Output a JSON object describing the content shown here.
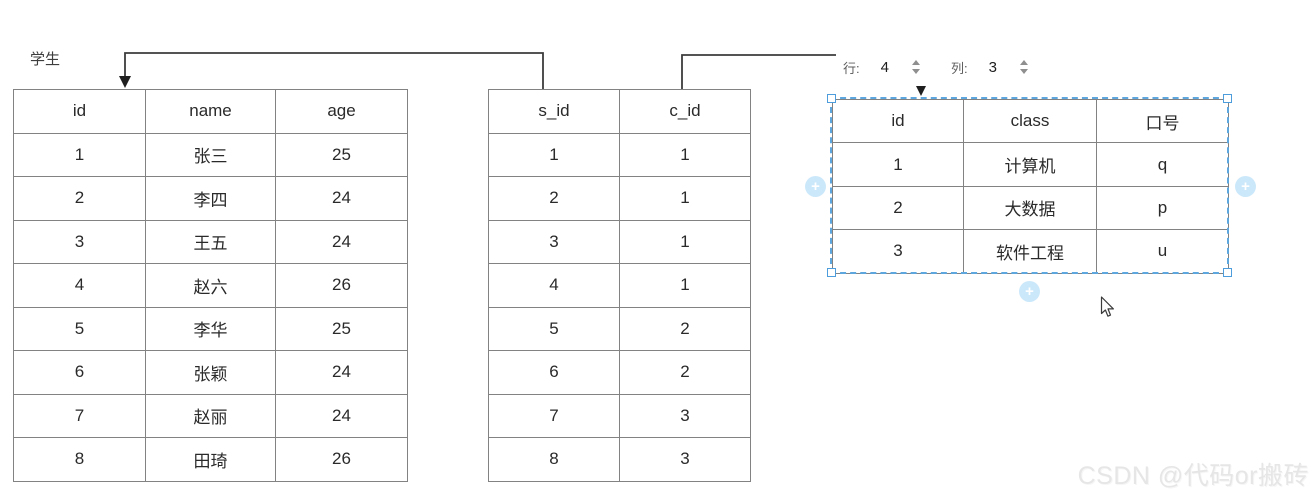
{
  "tables": {
    "students": {
      "name": "学生",
      "headers": [
        "id",
        "name",
        "age"
      ],
      "rows": [
        [
          "1",
          "张三",
          "25"
        ],
        [
          "2",
          "李四",
          "24"
        ],
        [
          "3",
          "王五",
          "24"
        ],
        [
          "4",
          "赵六",
          "26"
        ],
        [
          "5",
          "李华",
          "25"
        ],
        [
          "6",
          "张颖",
          "24"
        ],
        [
          "7",
          "赵丽",
          "24"
        ],
        [
          "8",
          "田琦",
          "26"
        ]
      ]
    },
    "score": {
      "headers": [
        "s_id",
        "c_id"
      ],
      "rows": [
        [
          "1",
          "1"
        ],
        [
          "2",
          "1"
        ],
        [
          "3",
          "1"
        ],
        [
          "4",
          "1"
        ],
        [
          "5",
          "2"
        ],
        [
          "6",
          "2"
        ],
        [
          "7",
          "3"
        ],
        [
          "8",
          "3"
        ]
      ]
    },
    "classes": {
      "headers": [
        "id",
        "class",
        "口号"
      ],
      "rows": [
        [
          "1",
          "计算机",
          "q"
        ],
        [
          "2",
          "大数据",
          "p"
        ],
        [
          "3",
          "软件工程",
          "u"
        ]
      ]
    }
  },
  "size_panel": {
    "rows_label": "行:",
    "rows_value": "4",
    "cols_label": "列:",
    "cols_value": "3"
  },
  "icons": {
    "plus": "+"
  },
  "colors": {
    "table_border": "#828282",
    "connector": "#3c3c3c",
    "selection_blue": "#5ea6de",
    "plus_button_fill": "#cbe8fa",
    "watermark_gray": "#e6e6e6"
  },
  "watermark": {
    "text": "CSDN @代码or搬砖"
  }
}
